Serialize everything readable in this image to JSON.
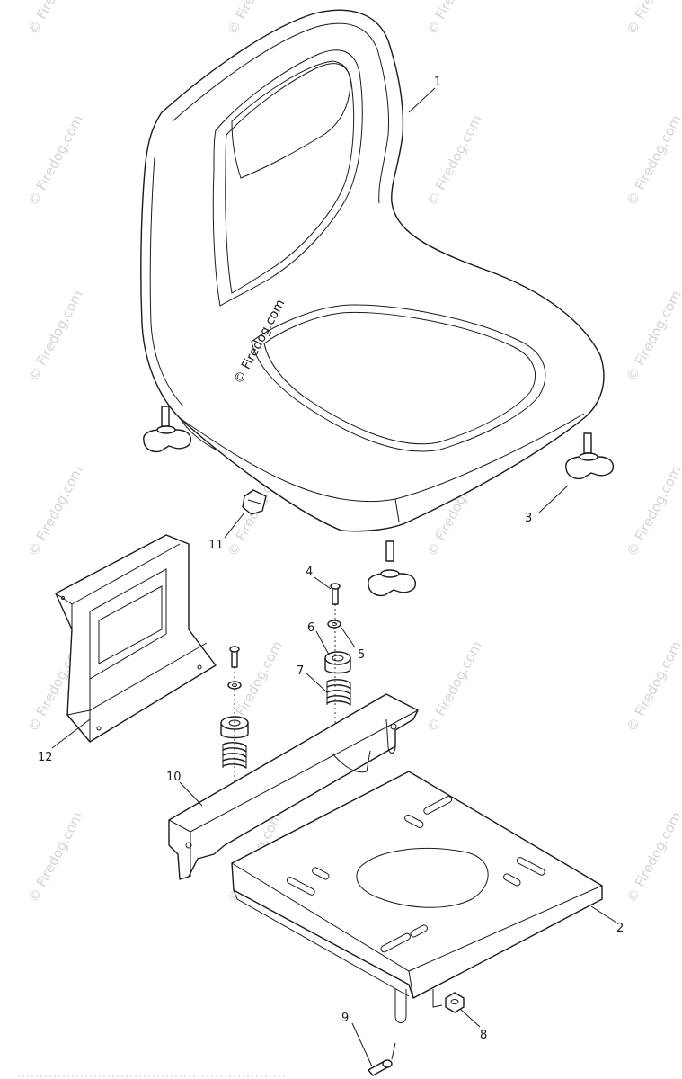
{
  "watermark": "© Firedog.com",
  "callouts": [
    {
      "id": "1",
      "label": "1",
      "part": "seat"
    },
    {
      "id": "2",
      "label": "2",
      "part": "seat-pan-plate"
    },
    {
      "id": "3",
      "label": "3",
      "part": "knob-bolt"
    },
    {
      "id": "4",
      "label": "4",
      "part": "bolt"
    },
    {
      "id": "5",
      "label": "5",
      "part": "washer"
    },
    {
      "id": "6",
      "label": "6",
      "part": "bushing"
    },
    {
      "id": "7",
      "label": "7",
      "part": "spring"
    },
    {
      "id": "8",
      "label": "8",
      "part": "nut"
    },
    {
      "id": "9",
      "label": "9",
      "part": "pin"
    },
    {
      "id": "10",
      "label": "10",
      "part": "mounting-bracket"
    },
    {
      "id": "11",
      "label": "11",
      "part": "clip"
    },
    {
      "id": "12",
      "label": "12",
      "part": "seat-support-bracket"
    }
  ]
}
